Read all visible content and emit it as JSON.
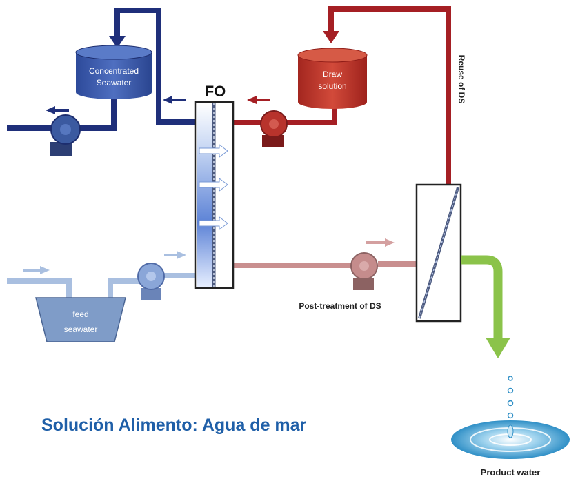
{
  "title": "FO",
  "labels": {
    "concentrated_line1": "Concentrated",
    "concentrated_line2": "Seawater",
    "draw_line1": "Draw",
    "draw_line2": "solution",
    "feed_line1": "feed",
    "feed_line2": "seawater",
    "reuse": "Reuse of DS",
    "post_treatment": "Post-treatment of DS",
    "product": "Product water"
  },
  "caption": "Solución Alimento:  Agua de mar",
  "colors": {
    "navy": "#1f2f7a",
    "dark_red": "#a51f24",
    "light_blue": "#a9bfe0",
    "pink": "#c98f8f",
    "green": "#8bc34a",
    "caption_blue": "#1f5fa8"
  }
}
